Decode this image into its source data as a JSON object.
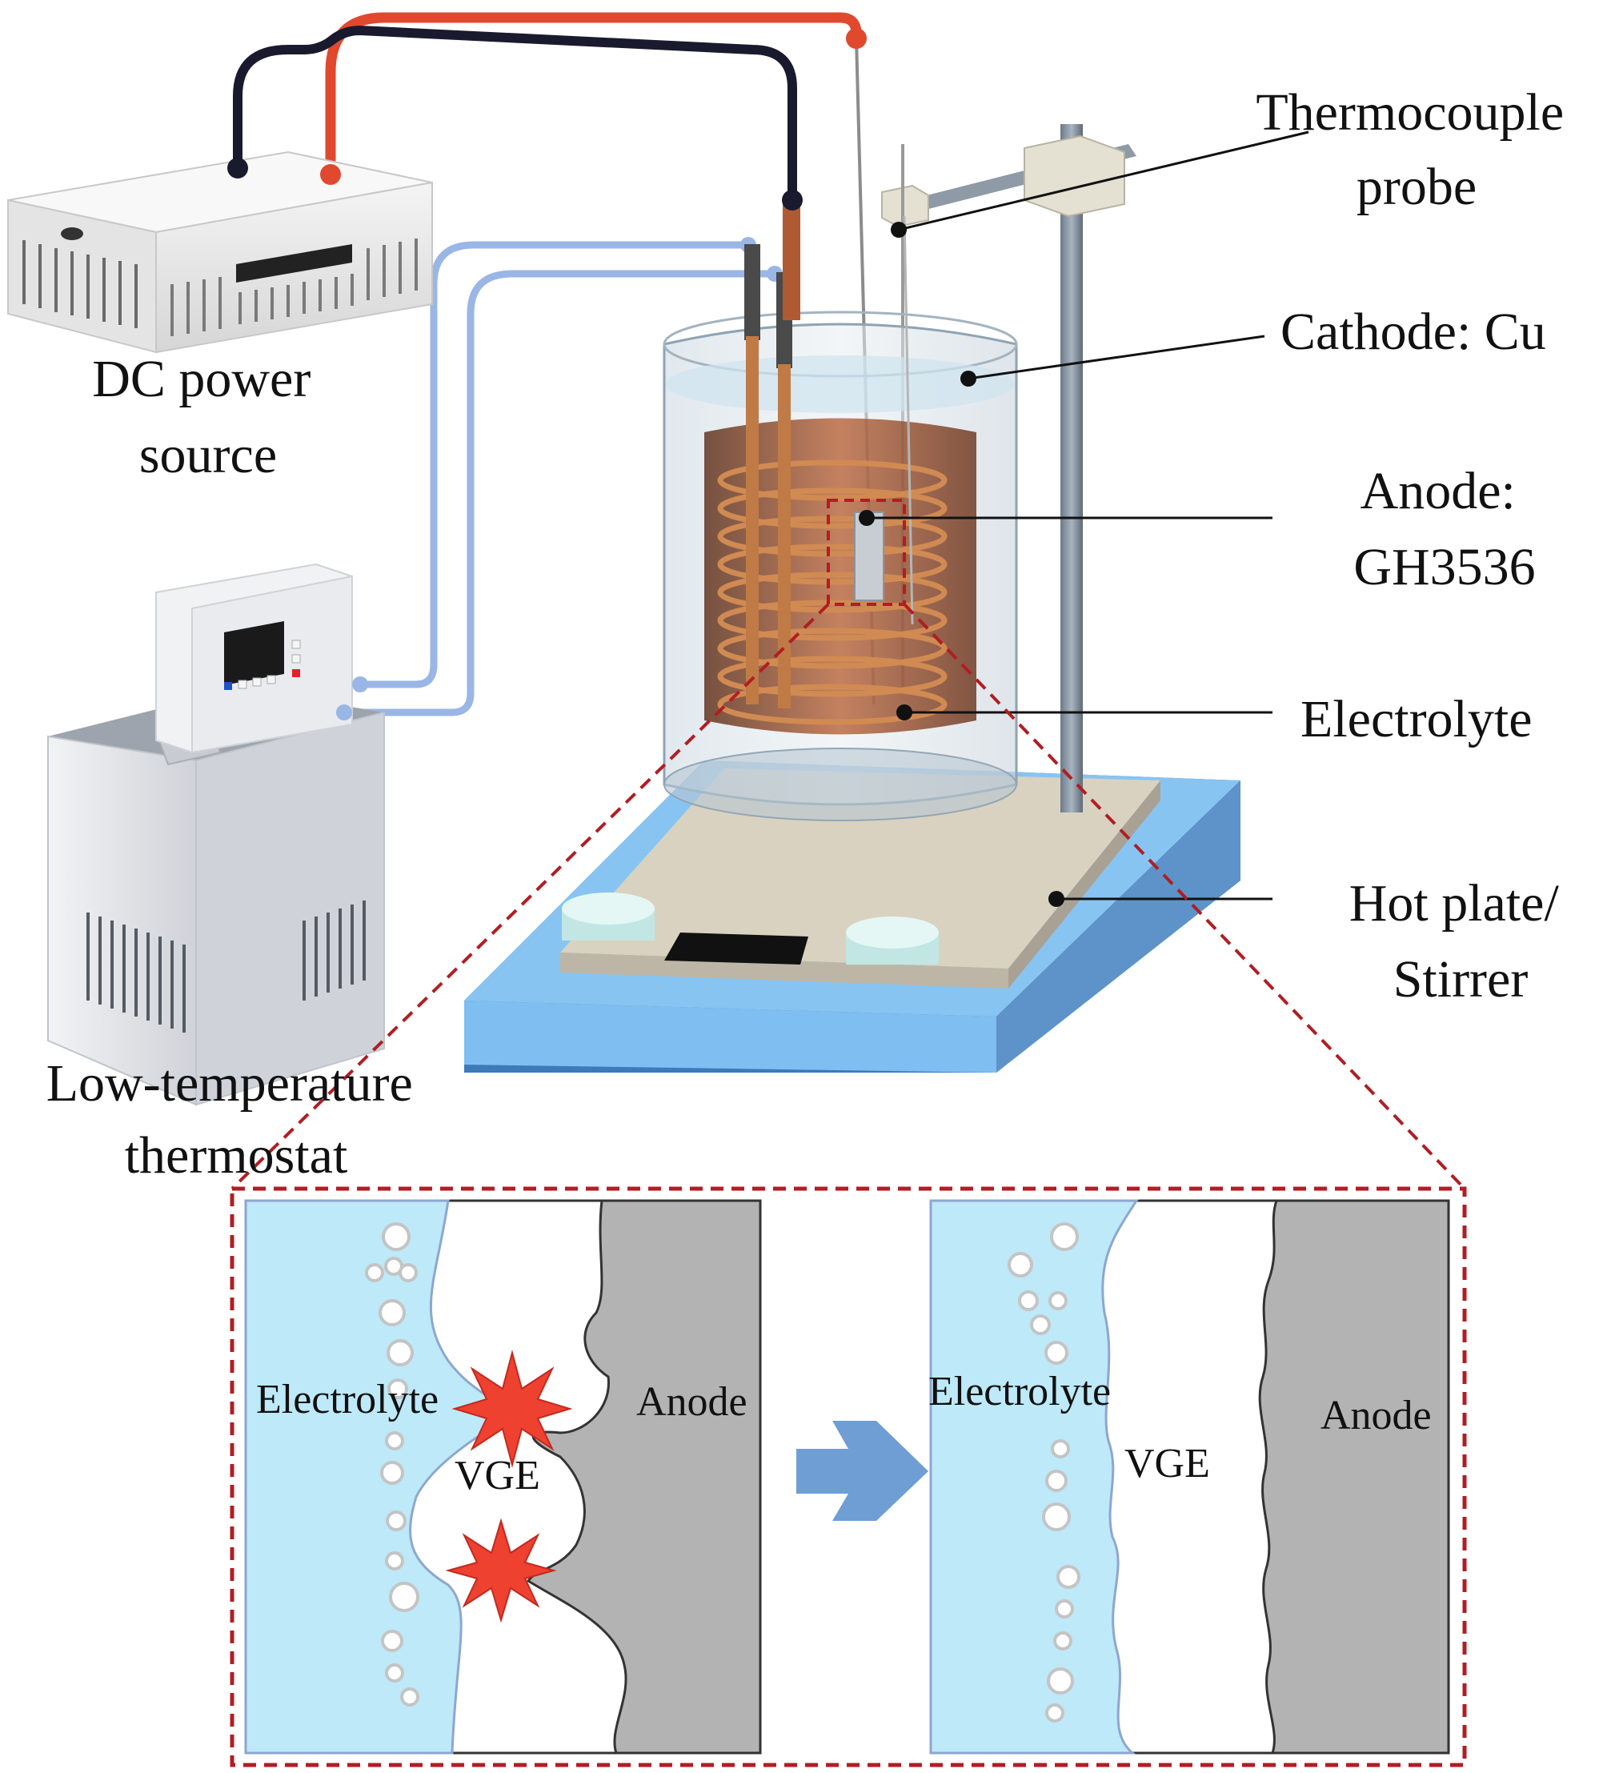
{
  "labels": {
    "dc_power_line1": "DC power",
    "dc_power_line2": "source",
    "thermostat_line1": "Low-temperature",
    "thermostat_line2": "thermostat",
    "thermocouple_line1": "Thermocouple",
    "thermocouple_line2": "probe",
    "cathode": "Cathode: Cu",
    "anode_line1": "Anode:",
    "anode_line2": "GH3536",
    "electrolyte": "Electrolyte",
    "hotplate_line1": "Hot plate/",
    "hotplate_line2": "Stirrer"
  },
  "inset": {
    "left": {
      "electrolyte": "Electrolyte",
      "vge": "VGE",
      "anode": "Anode"
    },
    "right": {
      "electrolyte": "Electrolyte",
      "vge": "VGE",
      "anode": "Anode"
    }
  },
  "colors": {
    "wire_red": "#e0492e",
    "wire_black": "#1a1a2e",
    "tube_blue": "#9ab6e6",
    "electrolyte_fill": "#bde9f8",
    "anode_fill": "#b3b3b3",
    "dashed_frame": "#b01e23",
    "spark": "#ef4130",
    "arrow": "#6f9ed4",
    "plate_blue": "#7fbef0"
  }
}
